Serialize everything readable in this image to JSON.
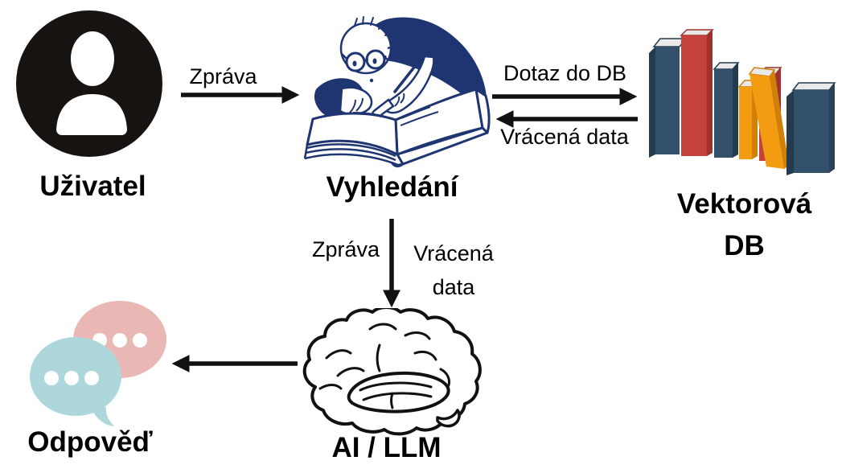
{
  "diagram": {
    "nodes": {
      "user": {
        "label": "Uživatel",
        "icon": "user-avatar-icon"
      },
      "search": {
        "label": "Vyhledání",
        "icon": "reading-person-icon"
      },
      "vector_db": {
        "label_line1": "Vektorová",
        "label_line2": "DB",
        "icon": "book-stack-icon"
      },
      "ai": {
        "label": "AI / LLM",
        "icon": "brain-icon"
      },
      "answer": {
        "label": "Odpověď",
        "icon": "chat-bubbles-icon"
      }
    },
    "edges": {
      "user_to_search": {
        "label": "Zpráva",
        "direction": "right"
      },
      "search_to_db": {
        "label": "Dotaz do DB",
        "direction": "right"
      },
      "db_to_search": {
        "label": "Vrácená data",
        "direction": "left"
      },
      "search_to_ai": {
        "left_label": "Zpráva",
        "right_label_line1": "Vrácená",
        "right_label_line2": "data",
        "direction": "down"
      },
      "ai_to_answer": {
        "direction": "left"
      }
    },
    "colors": {
      "arrow_black": "#111111",
      "figure_navy": "#1f3572",
      "book_slate": "#33506b",
      "book_slate_dark": "#243b4e",
      "book_red": "#c4413c",
      "book_red_dark": "#9e322e",
      "book_orange": "#f39c12",
      "book_orange_dark": "#d07f08",
      "book_pages": "#e9e9e9",
      "bubble_pink": "#e9b8b5",
      "bubble_teal": "#aed7db",
      "avatar_black": "#171310"
    }
  }
}
